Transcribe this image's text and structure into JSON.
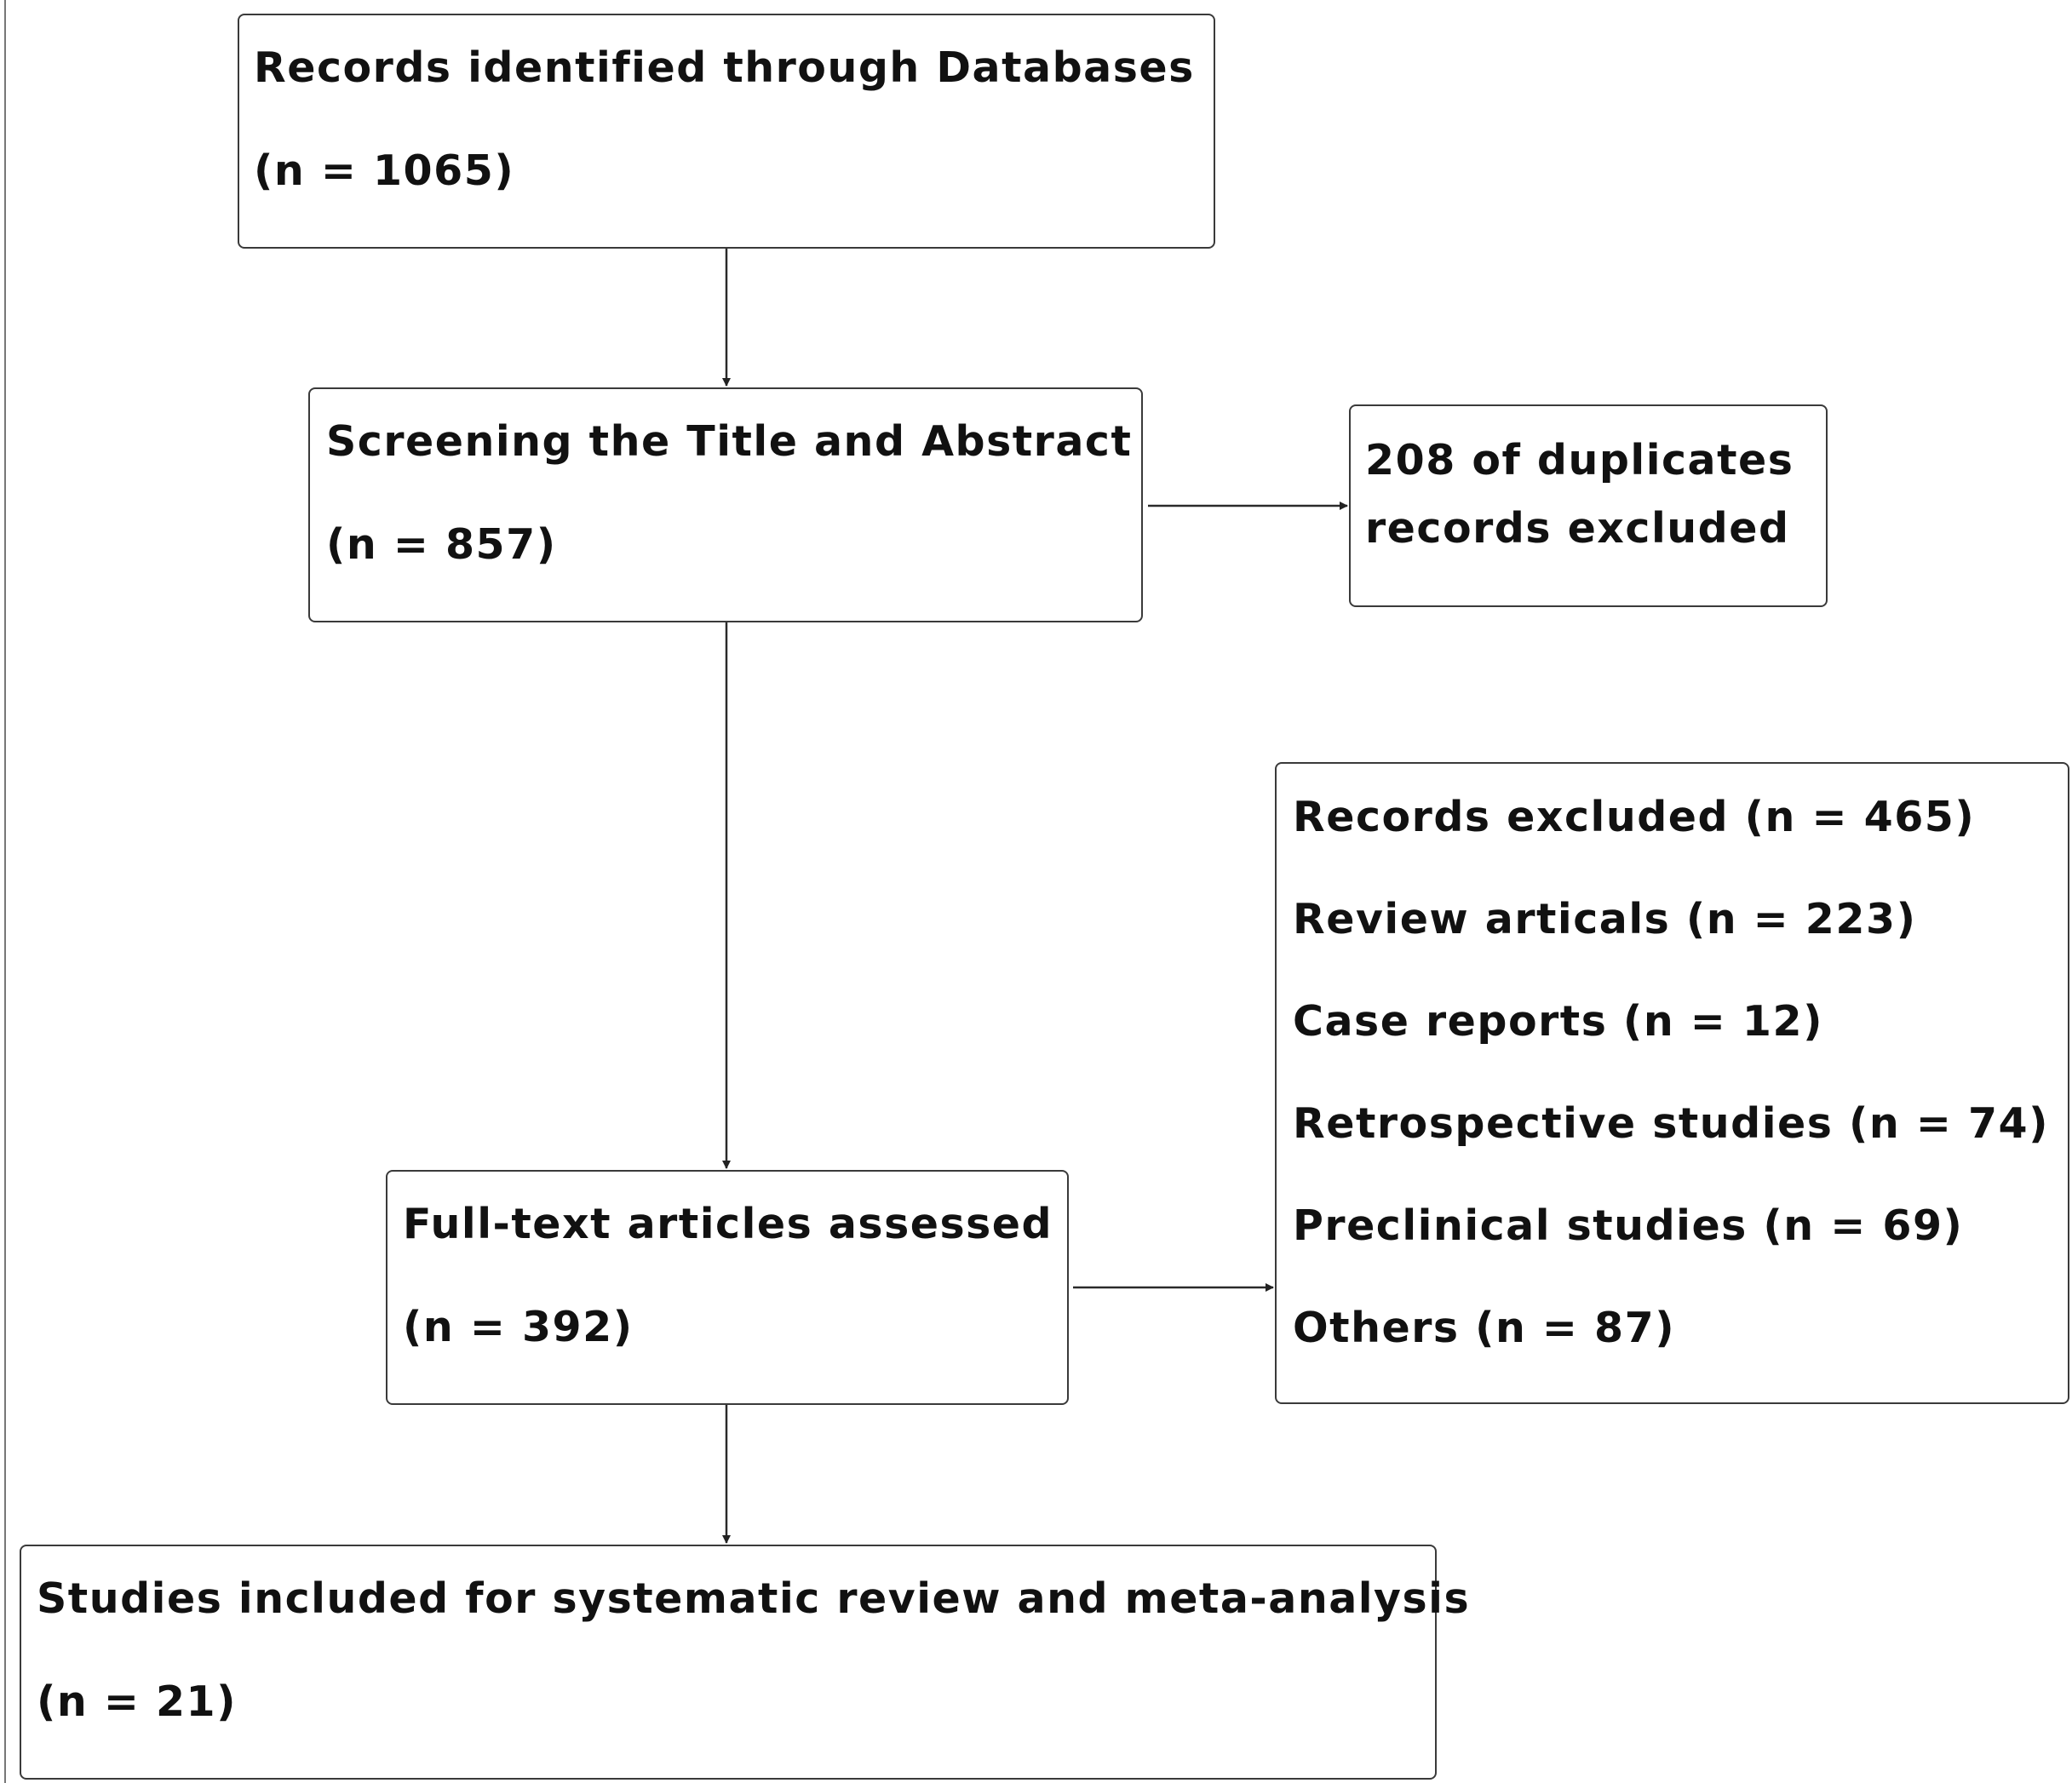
{
  "identification": {
    "title": "Records identified through Databases",
    "count": "(n = 1065)"
  },
  "screening": {
    "title": "Screening the Title and Abstract",
    "count": "(n = 857)"
  },
  "duplicates": {
    "line1": "208 of duplicates",
    "line2": "records excluded"
  },
  "excluded": {
    "items": [
      "Records excluded (n = 465)",
      "Review articals (n = 223)",
      "Case reports (n = 12)",
      "Retrospective studies (n = 74)",
      "Preclinical studies (n = 69)",
      "Others (n = 87)"
    ]
  },
  "eligibility": {
    "title": "Full-text articles assessed",
    "count": "(n = 392)"
  },
  "included": {
    "title": "Studies included for systematic review and meta-analysis",
    "count": "(n = 21)"
  }
}
